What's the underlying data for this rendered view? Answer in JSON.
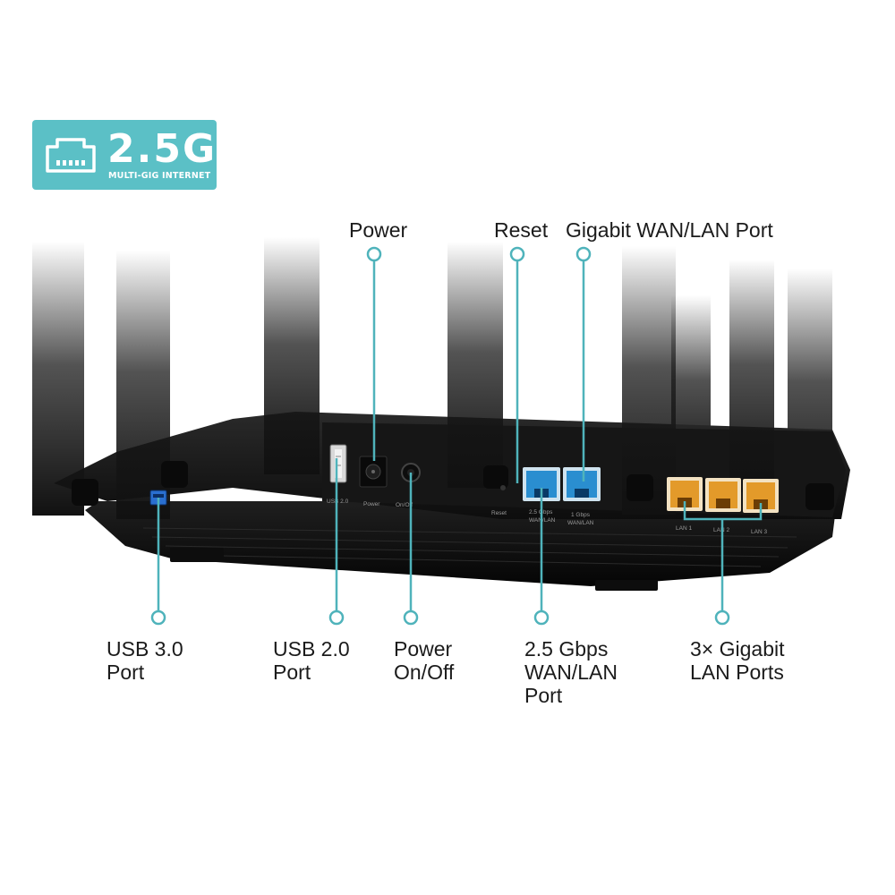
{
  "badge": {
    "icon": "ethernet-port-icon",
    "speed": "2.5G",
    "subtitle": "MULTI-GIG INTERNET",
    "color": "#5bc0c6"
  },
  "callouts": {
    "top": {
      "power": "Power",
      "reset": "Reset",
      "gigabit_wan_lan": "Gigabit WAN/LAN Port"
    },
    "bottom": {
      "usb3": [
        "USB 3.0",
        "Port"
      ],
      "usb2": [
        "USB 2.0",
        "Port"
      ],
      "power_onoff": [
        "Power",
        "On/Off"
      ],
      "wan25": [
        "2.5 Gbps",
        "WAN/LAN",
        "Port"
      ],
      "lan3": [
        "3× Gigabit",
        "LAN Ports"
      ]
    },
    "line_color": "#4fb3bb"
  },
  "device_labels": {
    "usb2": "USB 2.0",
    "power": "Power",
    "onoff": "On/Off",
    "reset": "Reset",
    "wan25": [
      "2.5 Gbps",
      "WAN/LAN"
    ],
    "wan1": [
      "1 Gbps",
      "WAN/LAN"
    ],
    "lan1": "LAN 1",
    "lan2": "LAN 2",
    "lan3": "LAN 3"
  },
  "colors": {
    "body": "#141414",
    "wan_port": "#2a8ed0",
    "lan_port": "#e39a2a",
    "usb3_port": "#2a6fd0"
  }
}
